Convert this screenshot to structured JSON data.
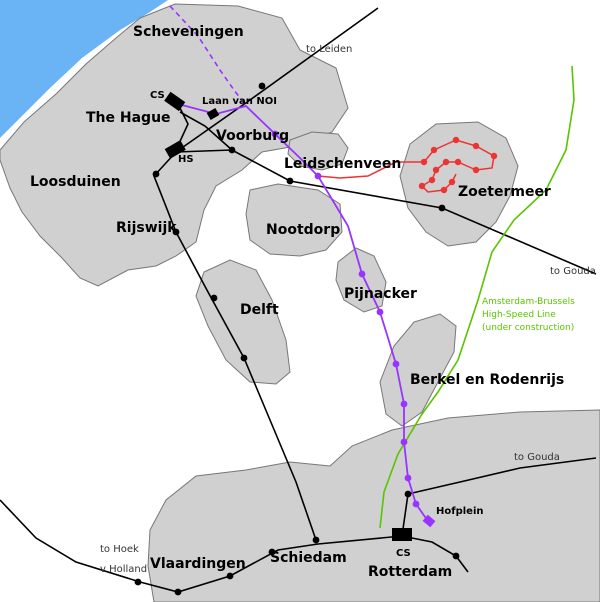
{
  "map": {
    "places": {
      "scheveningen": "Scheveningen",
      "the_hague": "The Hague",
      "loosduinen": "Loosduinen",
      "voorburg": "Voorburg",
      "leidschenveen": "Leidschenveen",
      "zoetermeer": "Zoetermeer",
      "nootdorp": "Nootdorp",
      "rijswijk": "Rijswijk",
      "delft": "Delft",
      "pijnacker": "Pijnacker",
      "berkel": "Berkel en Rodenrijs",
      "vlaardingen": "Vlaardingen",
      "schiedam": "Schiedam",
      "rotterdam": "Rotterdam"
    },
    "stations": {
      "laan_van_noi": "Laan van NOI",
      "hague_cs": "CS",
      "hague_hs": "HS",
      "rotterdam_cs": "CS",
      "hofplein": "Hofplein"
    },
    "directions": {
      "to_leiden": "to Leiden",
      "to_gouda_1": "to Gouda",
      "to_gouda_2": "to Gouda",
      "to_hoek_line1": "to Hoek",
      "to_hoek_line2": "v Holland"
    },
    "hsl_label": [
      "Amsterdam-Brussels",
      "High-Speed Line",
      "(under construction)"
    ],
    "colors": {
      "sea": "#6ab4f5",
      "urban": "#d0d0d0",
      "urban_stroke": "#777777",
      "rail": "#000000",
      "randstadrail": "#9933ff",
      "zoetermeer_line": "#ee3333",
      "hsl": "#59c400"
    }
  }
}
